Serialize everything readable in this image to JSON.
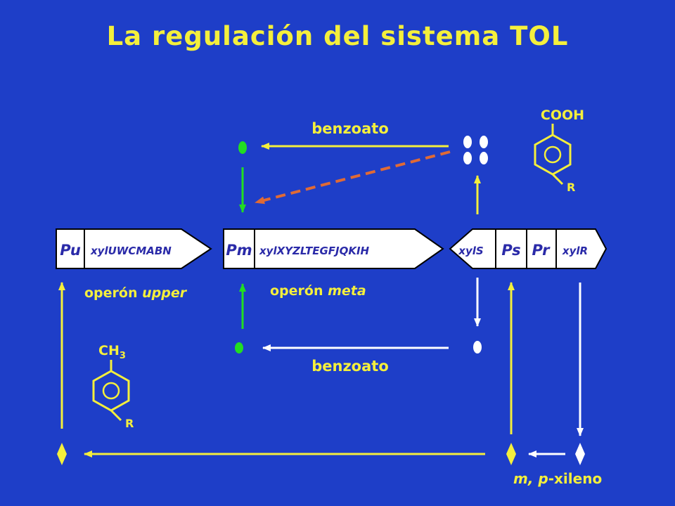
{
  "title": "La regulación del sistema TOL",
  "labels": {
    "benzoato_top": "benzoato",
    "benzoato_bottom": "benzoato",
    "cooh": "COOH",
    "r_top": "R",
    "ch3": "CH",
    "ch3_sub": "3",
    "r_bottom": "R",
    "operon_upper_prefix": "operón ",
    "operon_upper_name": "upper",
    "operon_meta_prefix": "operón ",
    "operon_meta_name": "meta",
    "xylene_m": "m,",
    "xylene_p": "p",
    "xylene_rest": "-xileno"
  },
  "genes": {
    "pu": "Pu",
    "upper_genes": "xylUWCMABN",
    "pm": "Pm",
    "meta_genes": "xylXYZLTEGFJQKIH",
    "xyls": "xylS",
    "ps": "Ps",
    "pr": "Pr",
    "xylr": "xylR"
  },
  "colors": {
    "background": "#1e3ec8",
    "yellow": "#f4ef3c",
    "green": "#22dd22",
    "orange_dashed": "#e06a35",
    "white": "#ffffff",
    "black": "#000000"
  }
}
